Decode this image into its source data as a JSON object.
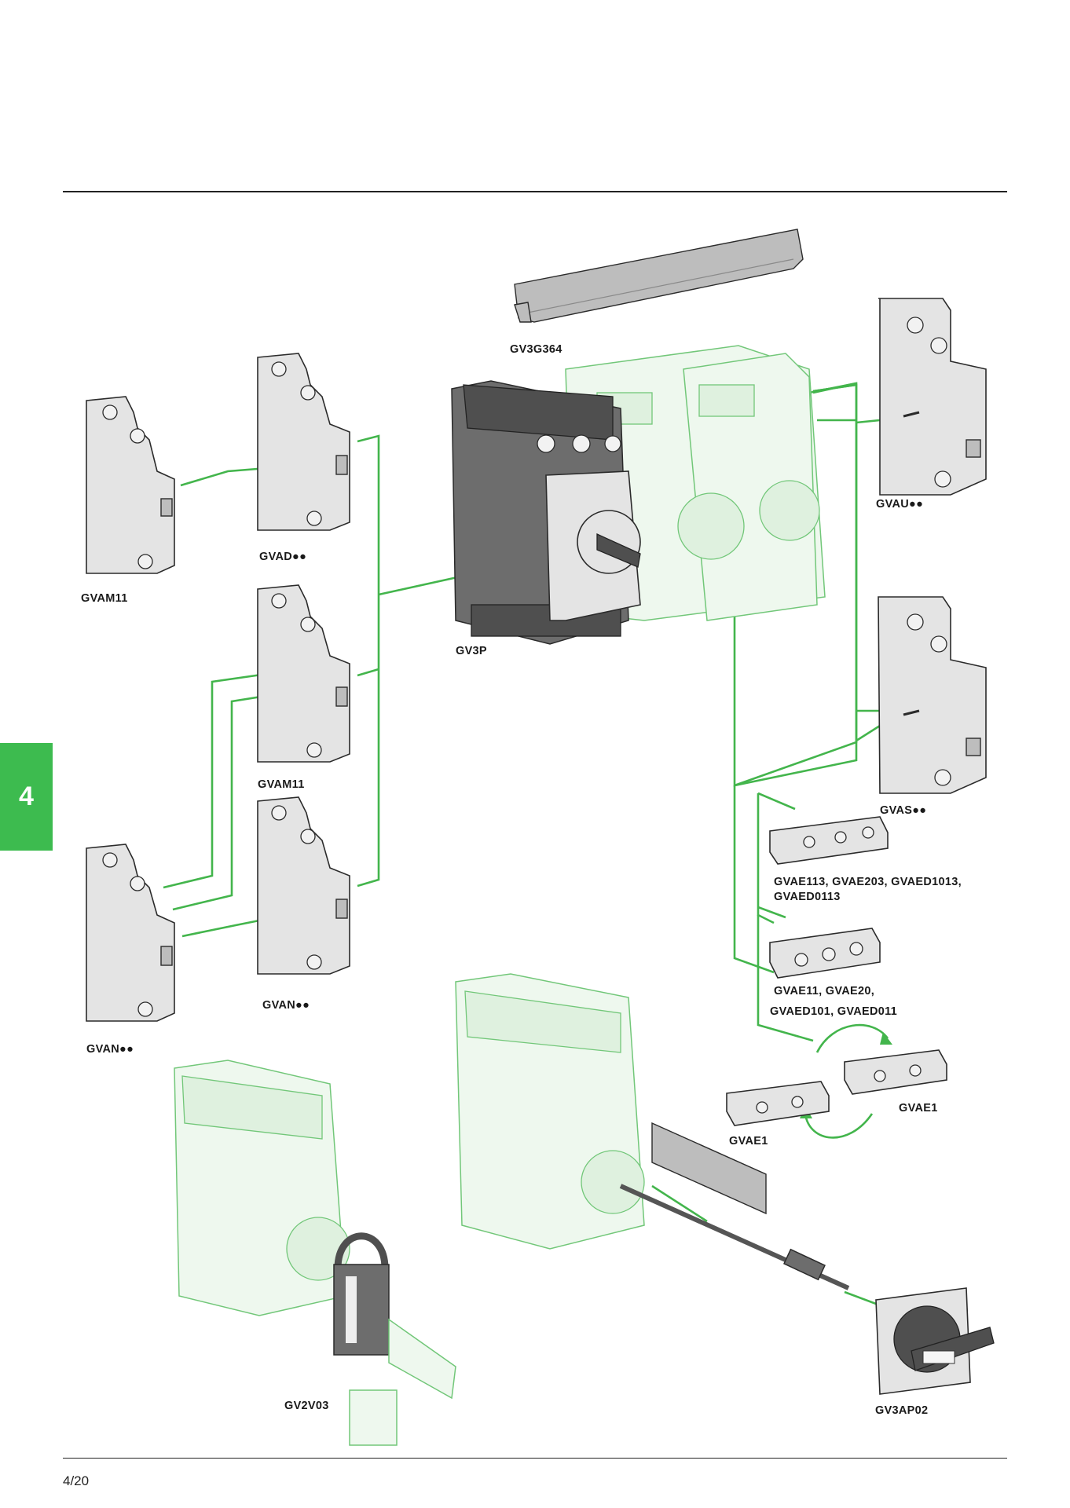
{
  "chapter_tab": "4",
  "page_number": "4/20",
  "labels": {
    "gv3g364": "GV3G364",
    "gvam11_left": "GVAM11",
    "gvad": "GVAD●●",
    "gv3p": "GV3P",
    "gvau": "GVAU●●",
    "gvam11_mid": "GVAM11",
    "gvas": "GVAS●●",
    "gvae113_line1": "GVAE113, GVAE203, GVAED1013,",
    "gvae113_line2": "GVAED0113",
    "gvae11_line1": "GVAE11, GVAE20,",
    "gvae11_line2": "GVAED101, GVAED011",
    "gvan_mid": "GVAN●●",
    "gvan_left": "GVAN●●",
    "gvae1_right": "GVAE1",
    "gvae1_left": "GVAE1",
    "gv2v03": "GV2V03",
    "gv3ap02": "GV3AP02"
  },
  "colors": {
    "accent_green": "#3dbb4f",
    "connector_green": "#43b54c",
    "rule": "#222222"
  }
}
